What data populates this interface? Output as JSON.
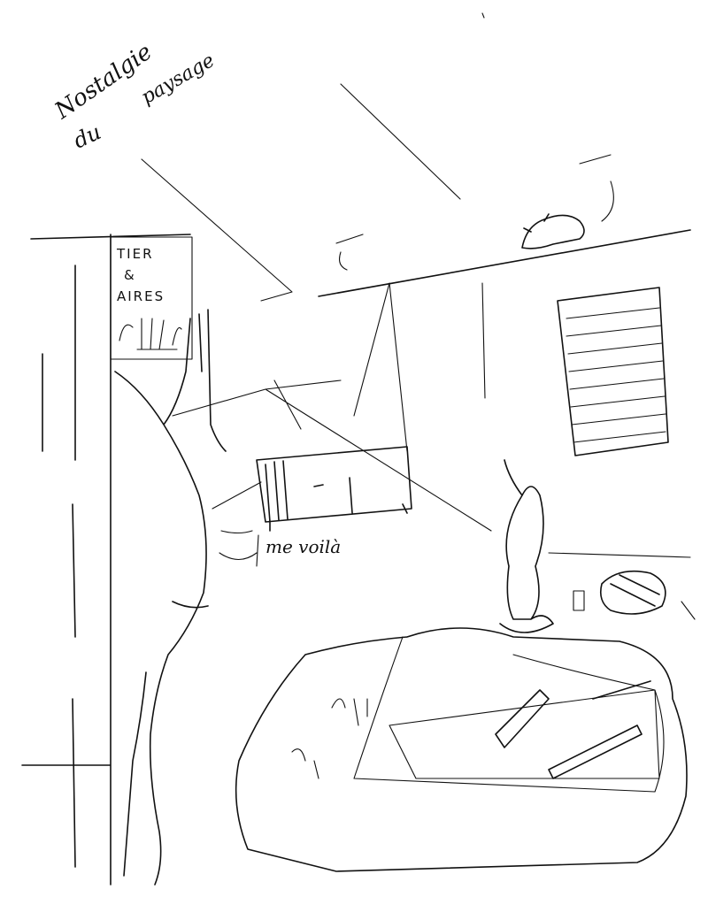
{
  "title": {
    "line1": "Nostalgie",
    "line2": "du",
    "line3": "paysage"
  },
  "poster": {
    "line1": "TIER",
    "line2": "&",
    "line3": "AIRES"
  },
  "caption": "me voilà",
  "colors": {
    "ink": "#111111",
    "paper": "#ffffff"
  }
}
